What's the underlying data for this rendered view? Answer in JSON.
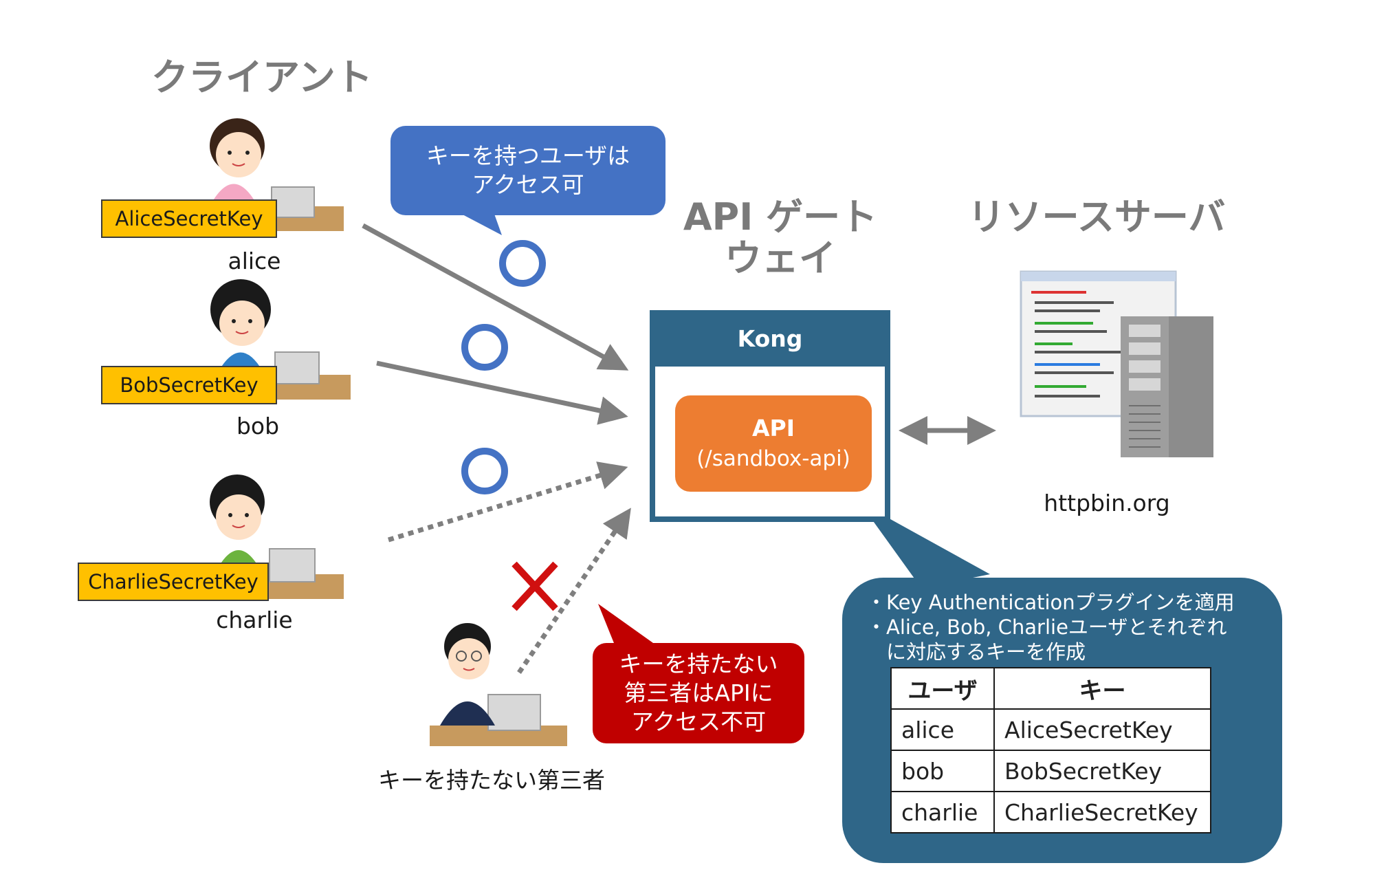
{
  "headings": {
    "client": "クライアント",
    "gateway_line1": "API ゲート",
    "gateway_line2": "ウェイ",
    "resource_server": "リソースサーバ"
  },
  "clients": [
    {
      "name": "alice",
      "key": "AliceSecretKey",
      "access": "○"
    },
    {
      "name": "bob",
      "key": "BobSecretKey",
      "access": "○"
    },
    {
      "name": "charlie",
      "key": "CharlieSecretKey",
      "access": "○"
    }
  ],
  "third_party": {
    "label": "キーを持たない第三者",
    "access": "×"
  },
  "callouts": {
    "allowed_line1": "キーを持つユーザは",
    "allowed_line2": "アクセス可",
    "denied_line1": "キーを持たない",
    "denied_line2": "第三者はAPIに",
    "denied_line3": "アクセス不可"
  },
  "gateway": {
    "name": "Kong",
    "api_label": "API",
    "api_path": "(/sandbox-api)"
  },
  "server": {
    "label": "httpbin.org"
  },
  "info": {
    "bullet1": "・Key Authenticationプラグインを適用",
    "bullet2": "・Alice, Bob, Charlieユーザとそれぞれ",
    "bullet2_cont": "　に対応するキーを作成"
  },
  "key_table": {
    "headers": [
      "ユーザ",
      "キー"
    ],
    "rows": [
      [
        "alice",
        "AliceSecretKey"
      ],
      [
        "bob",
        "BobSecretKey"
      ],
      [
        "charlie",
        "CharlieSecretKey"
      ]
    ]
  },
  "colors": {
    "blue_callout": "#4472c4",
    "red_callout": "#c00000",
    "gateway_blue": "#2f6688",
    "api_orange": "#ed7d31",
    "key_yellow": "#ffc000",
    "arrow_gray": "#7f7f7f"
  }
}
